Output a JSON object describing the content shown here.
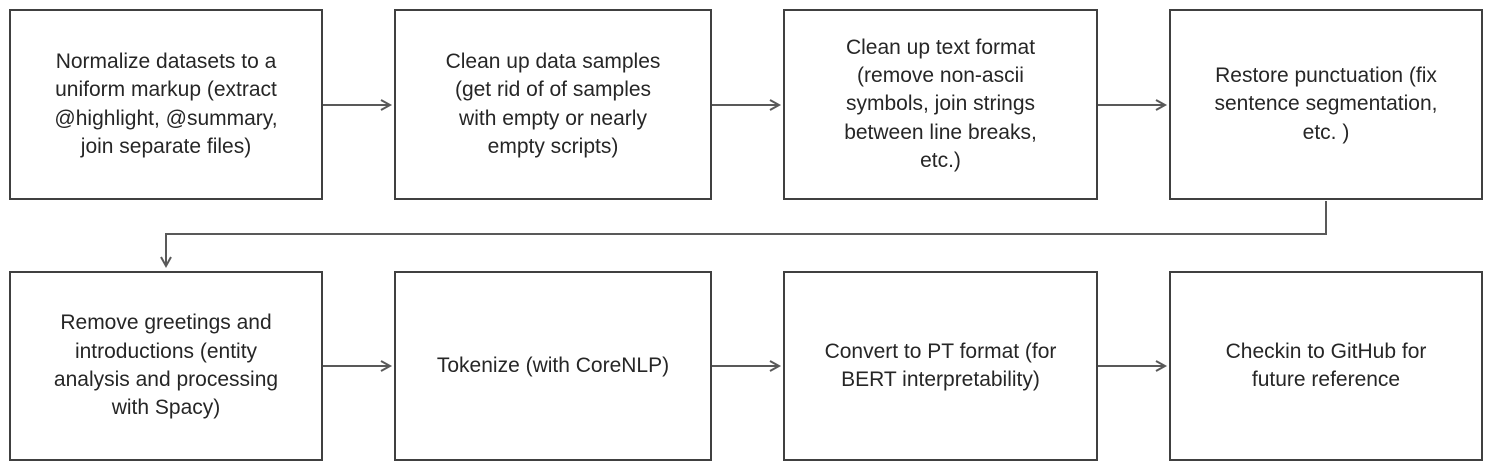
{
  "diagram": {
    "type": "flowchart",
    "rows": 2,
    "columns": 4,
    "colors": {
      "box_fill": "#ffffff",
      "box_border": "#404040",
      "arrow": "#595959",
      "text": "#262626",
      "background": "#ffffff"
    },
    "nodes": [
      {
        "id": "normalize-datasets",
        "label": "Normalize datasets to a\nuniform markup (extract\n@highlight, @summary,\njoin separate files)"
      },
      {
        "id": "clean-data-samples",
        "label": "Clean up data samples\n(get rid of of samples\nwith empty or nearly\nempty scripts)"
      },
      {
        "id": "clean-text-format",
        "label": "Clean up text format\n(remove non-ascii\nsymbols, join strings\nbetween line breaks,\netc.)"
      },
      {
        "id": "restore-punctuation",
        "label": "Restore punctuation (fix\nsentence segmentation,\netc. )"
      },
      {
        "id": "remove-greetings",
        "label": "Remove greetings and\nintroductions (entity\nanalysis and processing\nwith Spacy)"
      },
      {
        "id": "tokenize",
        "label": "Tokenize (with CoreNLP)"
      },
      {
        "id": "convert-pt-format",
        "label": "Convert to PT format (for\nBERT interpretability)"
      },
      {
        "id": "checkin-github",
        "label": "Checkin to GitHub for\nfuture reference"
      }
    ],
    "edges": [
      {
        "from": "normalize-datasets",
        "to": "clean-data-samples",
        "shape": "straight"
      },
      {
        "from": "clean-data-samples",
        "to": "clean-text-format",
        "shape": "straight"
      },
      {
        "from": "clean-text-format",
        "to": "restore-punctuation",
        "shape": "straight"
      },
      {
        "from": "restore-punctuation",
        "to": "remove-greetings",
        "shape": "elbow"
      },
      {
        "from": "remove-greetings",
        "to": "tokenize",
        "shape": "straight"
      },
      {
        "from": "tokenize",
        "to": "convert-pt-format",
        "shape": "straight"
      },
      {
        "from": "convert-pt-format",
        "to": "checkin-github",
        "shape": "straight"
      }
    ]
  }
}
